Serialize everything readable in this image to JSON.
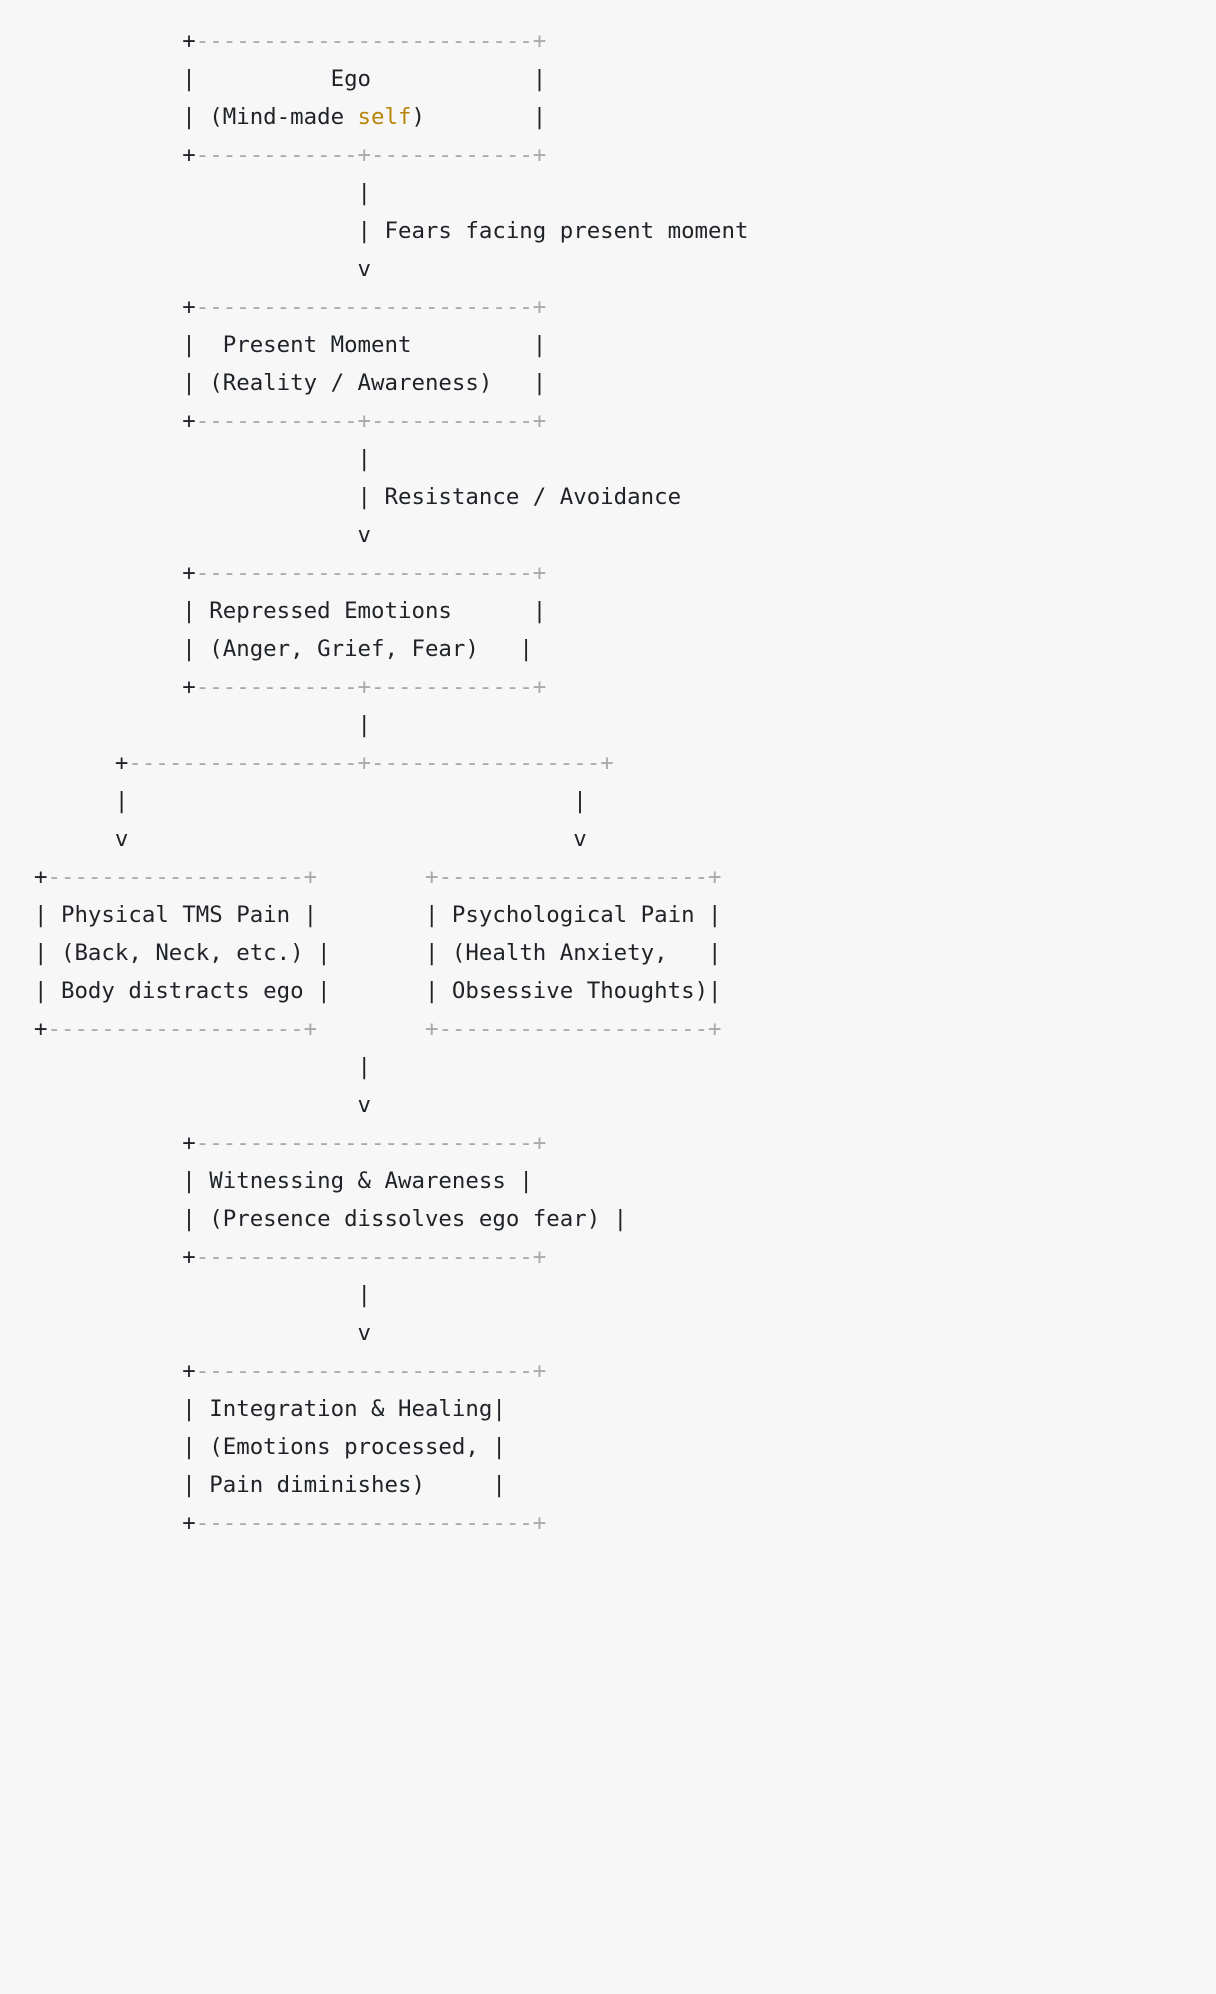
{
  "document": {
    "type": "ascii-art-flowchart",
    "title": "Ego / TMS Pain Cycle Flowchart",
    "background_color": "#f7f7f7",
    "text_color": "#1f2328",
    "rule_color": "#a9a9ad",
    "keyword_color": "#b8860b",
    "font": "monospace",
    "highlighted_token": "self"
  },
  "diagram": {
    "nodes": [
      {
        "id": "ego",
        "lines": [
          "Ego",
          "(Mind-made self)"
        ],
        "width": 25
      },
      {
        "id": "present-moment",
        "lines": [
          "Present Moment",
          "(Reality / Awareness)"
        ],
        "width": 25
      },
      {
        "id": "repressed-emotions",
        "lines": [
          "Repressed Emotions",
          "(Anger, Grief, Fear)"
        ],
        "width": 25
      },
      {
        "id": "physical-tms-pain",
        "lines": [
          "Physical TMS Pain",
          "(Back, Neck, etc.)",
          "Body distracts ego"
        ],
        "width": 25
      },
      {
        "id": "psychological-pain",
        "lines": [
          "Psychological Pain",
          "(Health Anxiety,",
          "Obsessive Thoughts)"
        ],
        "width": 25
      },
      {
        "id": "witnessing-awareness",
        "lines": [
          "Witnessing & Awareness",
          "(Presence dissolves ego fear)"
        ],
        "width": 25
      },
      {
        "id": "integration-healing",
        "lines": [
          "Integration & Healing",
          "(Emotions processed,",
          "Pain diminishes)"
        ],
        "width": 25
      }
    ],
    "edge_labels": [
      {
        "id": "fears-facing-present-moment",
        "text": "Fears facing present moment",
        "from": "ego",
        "to": "present-moment"
      },
      {
        "id": "resistance-avoidance",
        "text": "Resistance / Avoidance",
        "from": "present-moment",
        "to": "repressed-emotions"
      }
    ],
    "branch": {
      "from": "repressed-emotions",
      "to": [
        "physical-tms-pain",
        "psychological-pain"
      ]
    },
    "merge": {
      "from": [
        "physical-tms-pain",
        "psychological-pain"
      ],
      "to": "witnessing-awareness"
    },
    "flow_order": [
      "ego",
      "present-moment",
      "repressed-emotions",
      "physical-tms-pain",
      "psychological-pain",
      "witnessing-awareness",
      "integration-healing"
    ]
  },
  "art": {
    "lines": [
      {
        "id": "l01",
        "segs": [
          {
            "t": "           ",
            "c": "txt"
          },
          {
            "t": "+",
            "c": "node"
          },
          {
            "t": "-------------------------",
            "c": "rule"
          },
          {
            "t": "+",
            "c": "rule"
          }
        ]
      },
      {
        "id": "l02",
        "segs": [
          {
            "t": "           ",
            "c": "txt"
          },
          {
            "t": "|",
            "c": "node"
          },
          {
            "t": "          Ego            ",
            "c": "txt"
          },
          {
            "t": "|",
            "c": "node"
          }
        ]
      },
      {
        "id": "l03",
        "segs": [
          {
            "t": "           ",
            "c": "txt"
          },
          {
            "t": "|",
            "c": "node"
          },
          {
            "t": " (Mind-made ",
            "c": "txt"
          },
          {
            "t": "self",
            "c": "kw"
          },
          {
            "t": ")",
            "c": "txt"
          },
          {
            "t": "        ",
            "c": "txt"
          },
          {
            "t": "|",
            "c": "node"
          }
        ]
      },
      {
        "id": "l04",
        "segs": [
          {
            "t": "           ",
            "c": "txt"
          },
          {
            "t": "+",
            "c": "node"
          },
          {
            "t": "------------",
            "c": "rule"
          },
          {
            "t": "+",
            "c": "rule"
          },
          {
            "t": "------------",
            "c": "rule"
          },
          {
            "t": "+",
            "c": "rule"
          }
        ]
      },
      {
        "id": "l05",
        "segs": [
          {
            "t": "                        ",
            "c": "txt"
          },
          {
            "t": "|",
            "c": "node"
          }
        ]
      },
      {
        "id": "l06",
        "segs": [
          {
            "t": "                        ",
            "c": "txt"
          },
          {
            "t": "|",
            "c": "node"
          },
          {
            "t": " Fears facing present moment",
            "c": "txt"
          }
        ]
      },
      {
        "id": "l07",
        "segs": [
          {
            "t": "                        ",
            "c": "txt"
          },
          {
            "t": "v",
            "c": "txt"
          }
        ]
      },
      {
        "id": "l08",
        "segs": [
          {
            "t": "           ",
            "c": "txt"
          },
          {
            "t": "+",
            "c": "node"
          },
          {
            "t": "-------------------------",
            "c": "rule"
          },
          {
            "t": "+",
            "c": "rule"
          }
        ]
      },
      {
        "id": "l09",
        "segs": [
          {
            "t": "           ",
            "c": "txt"
          },
          {
            "t": "|",
            "c": "node"
          },
          {
            "t": "  Present Moment         ",
            "c": "txt"
          },
          {
            "t": "|",
            "c": "node"
          }
        ]
      },
      {
        "id": "l10",
        "segs": [
          {
            "t": "           ",
            "c": "txt"
          },
          {
            "t": "|",
            "c": "node"
          },
          {
            "t": " (Reality / Awareness)   ",
            "c": "txt"
          },
          {
            "t": "|",
            "c": "node"
          }
        ]
      },
      {
        "id": "l11",
        "segs": [
          {
            "t": "           ",
            "c": "txt"
          },
          {
            "t": "+",
            "c": "node"
          },
          {
            "t": "------------",
            "c": "rule"
          },
          {
            "t": "+",
            "c": "rule"
          },
          {
            "t": "------------",
            "c": "rule"
          },
          {
            "t": "+",
            "c": "rule"
          }
        ]
      },
      {
        "id": "l12",
        "segs": [
          {
            "t": "                        ",
            "c": "txt"
          },
          {
            "t": "|",
            "c": "node"
          }
        ]
      },
      {
        "id": "l13",
        "segs": [
          {
            "t": "                        ",
            "c": "txt"
          },
          {
            "t": "|",
            "c": "node"
          },
          {
            "t": " Resistance / Avoidance",
            "c": "txt"
          }
        ]
      },
      {
        "id": "l14",
        "segs": [
          {
            "t": "                        ",
            "c": "txt"
          },
          {
            "t": "v",
            "c": "txt"
          }
        ]
      },
      {
        "id": "l15",
        "segs": [
          {
            "t": "           ",
            "c": "txt"
          },
          {
            "t": "+",
            "c": "node"
          },
          {
            "t": "-------------------------",
            "c": "rule"
          },
          {
            "t": "+",
            "c": "rule"
          }
        ]
      },
      {
        "id": "l16",
        "segs": [
          {
            "t": "           ",
            "c": "txt"
          },
          {
            "t": "|",
            "c": "node"
          },
          {
            "t": " Repressed Emotions      ",
            "c": "txt"
          },
          {
            "t": "|",
            "c": "node"
          }
        ]
      },
      {
        "id": "l17",
        "segs": [
          {
            "t": "           ",
            "c": "txt"
          },
          {
            "t": "|",
            "c": "node"
          },
          {
            "t": " (Anger, Grief, Fear)",
            "c": "txt"
          },
          {
            "t": "   ",
            "c": "txt"
          },
          {
            "t": "|",
            "c": "node"
          }
        ]
      },
      {
        "id": "l18",
        "segs": [
          {
            "t": "           ",
            "c": "txt"
          },
          {
            "t": "+",
            "c": "node"
          },
          {
            "t": "------------",
            "c": "rule"
          },
          {
            "t": "+",
            "c": "rule"
          },
          {
            "t": "------------",
            "c": "rule"
          },
          {
            "t": "+",
            "c": "rule"
          }
        ]
      },
      {
        "id": "l19",
        "segs": [
          {
            "t": "                        ",
            "c": "txt"
          },
          {
            "t": "|",
            "c": "node"
          }
        ]
      },
      {
        "id": "l20",
        "segs": [
          {
            "t": "      ",
            "c": "txt"
          },
          {
            "t": "+",
            "c": "node"
          },
          {
            "t": "-----------------",
            "c": "rule"
          },
          {
            "t": "+",
            "c": "rule"
          },
          {
            "t": "-----------------",
            "c": "rule"
          },
          {
            "t": "+",
            "c": "rule"
          }
        ]
      },
      {
        "id": "l21",
        "segs": [
          {
            "t": "      ",
            "c": "txt"
          },
          {
            "t": "|",
            "c": "node"
          },
          {
            "t": "                                 ",
            "c": "txt"
          },
          {
            "t": "|",
            "c": "node"
          }
        ]
      },
      {
        "id": "l22",
        "segs": [
          {
            "t": "      ",
            "c": "txt"
          },
          {
            "t": "v",
            "c": "txt"
          },
          {
            "t": "                                 ",
            "c": "txt"
          },
          {
            "t": "v",
            "c": "txt"
          }
        ]
      },
      {
        "id": "l23",
        "segs": [
          {
            "t": "",
            "c": "txt"
          },
          {
            "t": "+",
            "c": "node"
          },
          {
            "t": "-------------------",
            "c": "rule"
          },
          {
            "t": "+",
            "c": "rule"
          },
          {
            "t": "        ",
            "c": "txt"
          },
          {
            "t": "+",
            "c": "rule"
          },
          {
            "t": "--------------------",
            "c": "rule"
          },
          {
            "t": "+",
            "c": "rule"
          }
        ]
      },
      {
        "id": "l24",
        "segs": [
          {
            "t": "",
            "c": "txt"
          },
          {
            "t": "|",
            "c": "node"
          },
          {
            "t": " Physical TMS Pain ",
            "c": "txt"
          },
          {
            "t": "|",
            "c": "node"
          },
          {
            "t": "        ",
            "c": "txt"
          },
          {
            "t": "|",
            "c": "node"
          },
          {
            "t": " Psychological Pain ",
            "c": "txt"
          },
          {
            "t": "|",
            "c": "node"
          }
        ]
      },
      {
        "id": "l25",
        "segs": [
          {
            "t": "",
            "c": "txt"
          },
          {
            "t": "|",
            "c": "node"
          },
          {
            "t": " (Back, Neck, etc.) ",
            "c": "txt"
          },
          {
            "t": "|",
            "c": "node"
          },
          {
            "t": "       ",
            "c": "txt"
          },
          {
            "t": "|",
            "c": "node"
          },
          {
            "t": " (Health Anxiety,   ",
            "c": "txt"
          },
          {
            "t": "|",
            "c": "node"
          }
        ]
      },
      {
        "id": "l26",
        "segs": [
          {
            "t": "",
            "c": "txt"
          },
          {
            "t": "|",
            "c": "node"
          },
          {
            "t": " Body distracts ego ",
            "c": "txt"
          },
          {
            "t": "|",
            "c": "node"
          },
          {
            "t": "       ",
            "c": "txt"
          },
          {
            "t": "|",
            "c": "node"
          },
          {
            "t": " Obsessive Thoughts)",
            "c": "txt"
          },
          {
            "t": "|",
            "c": "node"
          }
        ]
      },
      {
        "id": "l27",
        "segs": [
          {
            "t": "",
            "c": "txt"
          },
          {
            "t": "+",
            "c": "node"
          },
          {
            "t": "-------------------",
            "c": "rule"
          },
          {
            "t": "+",
            "c": "rule"
          },
          {
            "t": "        ",
            "c": "txt"
          },
          {
            "t": "+",
            "c": "rule"
          },
          {
            "t": "--------------------",
            "c": "rule"
          },
          {
            "t": "+",
            "c": "rule"
          }
        ]
      },
      {
        "id": "l28",
        "segs": [
          {
            "t": "                        ",
            "c": "txt"
          },
          {
            "t": "|",
            "c": "node"
          }
        ]
      },
      {
        "id": "l29",
        "segs": [
          {
            "t": "                        ",
            "c": "txt"
          },
          {
            "t": "v",
            "c": "txt"
          }
        ]
      },
      {
        "id": "l30",
        "segs": [
          {
            "t": "           ",
            "c": "txt"
          },
          {
            "t": "+",
            "c": "node"
          },
          {
            "t": "-------------------------",
            "c": "rule"
          },
          {
            "t": "+",
            "c": "rule"
          }
        ]
      },
      {
        "id": "l31",
        "segs": [
          {
            "t": "           ",
            "c": "txt"
          },
          {
            "t": "|",
            "c": "node"
          },
          {
            "t": " Witnessing & Awareness ",
            "c": "txt"
          },
          {
            "t": "|",
            "c": "node"
          }
        ]
      },
      {
        "id": "l32",
        "segs": [
          {
            "t": "           ",
            "c": "txt"
          },
          {
            "t": "|",
            "c": "node"
          },
          {
            "t": " (Presence dissolves ego fear) ",
            "c": "txt"
          },
          {
            "t": "|",
            "c": "node"
          }
        ]
      },
      {
        "id": "l33",
        "segs": [
          {
            "t": "           ",
            "c": "txt"
          },
          {
            "t": "+",
            "c": "node"
          },
          {
            "t": "-------------------------",
            "c": "rule"
          },
          {
            "t": "+",
            "c": "rule"
          }
        ]
      },
      {
        "id": "l34",
        "segs": [
          {
            "t": "                        ",
            "c": "txt"
          },
          {
            "t": "|",
            "c": "node"
          }
        ]
      },
      {
        "id": "l35",
        "segs": [
          {
            "t": "                        ",
            "c": "txt"
          },
          {
            "t": "v",
            "c": "txt"
          }
        ]
      },
      {
        "id": "l36",
        "segs": [
          {
            "t": "           ",
            "c": "txt"
          },
          {
            "t": "+",
            "c": "node"
          },
          {
            "t": "-------------------------",
            "c": "rule"
          },
          {
            "t": "+",
            "c": "rule"
          }
        ]
      },
      {
        "id": "l37",
        "segs": [
          {
            "t": "           ",
            "c": "txt"
          },
          {
            "t": "|",
            "c": "node"
          },
          {
            "t": " Integration & Healing",
            "c": "txt"
          },
          {
            "t": "",
            "c": "txt"
          },
          {
            "t": "|",
            "c": "node"
          }
        ]
      },
      {
        "id": "l38",
        "segs": [
          {
            "t": "           ",
            "c": "txt"
          },
          {
            "t": "|",
            "c": "node"
          },
          {
            "t": " (Emotions processed, ",
            "c": "txt"
          },
          {
            "t": "|",
            "c": "node"
          }
        ]
      },
      {
        "id": "l39",
        "segs": [
          {
            "t": "           ",
            "c": "txt"
          },
          {
            "t": "|",
            "c": "node"
          },
          {
            "t": " Pain diminishes)     ",
            "c": "txt"
          },
          {
            "t": "|",
            "c": "node"
          }
        ]
      },
      {
        "id": "l40",
        "segs": [
          {
            "t": "           ",
            "c": "txt"
          },
          {
            "t": "+",
            "c": "node"
          },
          {
            "t": "-------------------------",
            "c": "rule"
          },
          {
            "t": "+",
            "c": "rule"
          }
        ]
      }
    ]
  }
}
